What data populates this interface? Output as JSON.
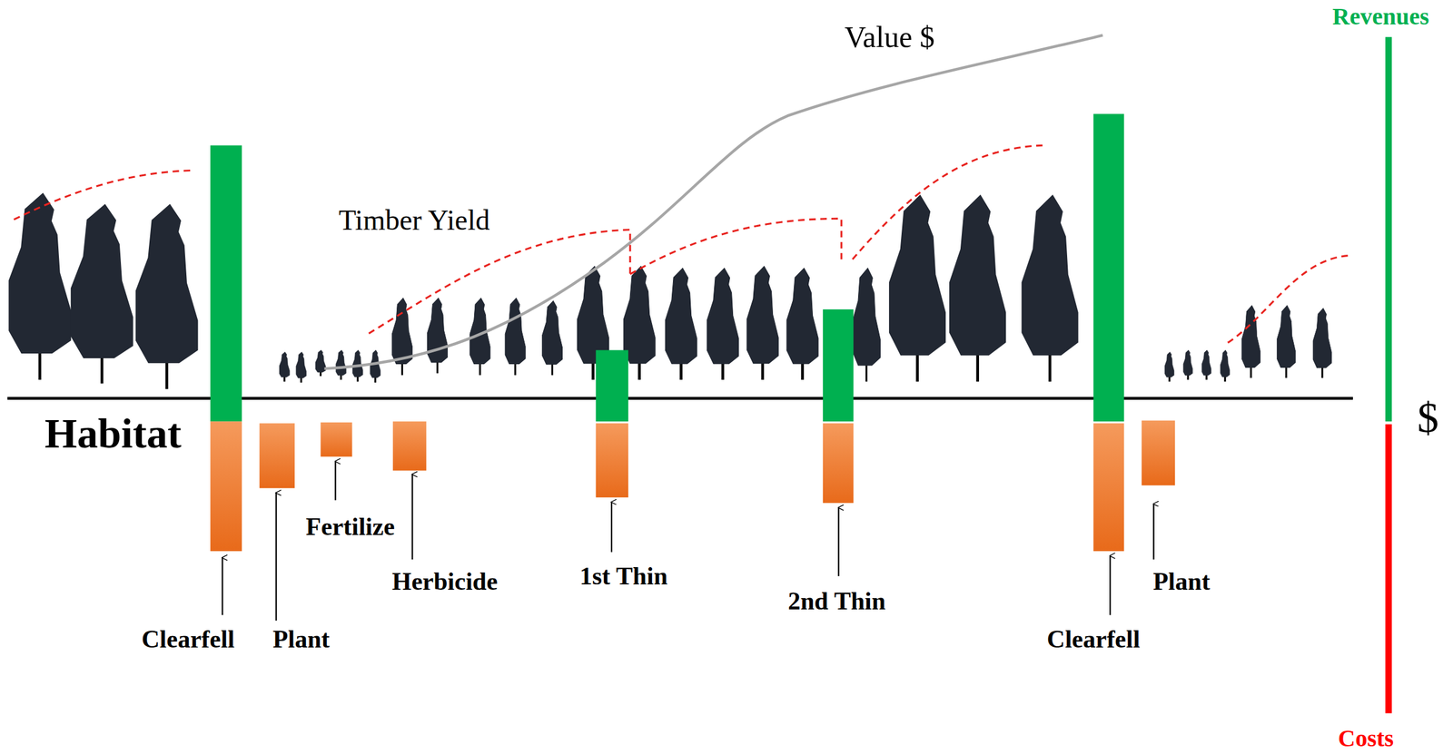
{
  "diagram": {
    "labels": [
      "Value $",
      "Timber Yield",
      "Habitat",
      "Clearfell",
      "Plant",
      "Fertilize",
      "Herbicide",
      "1st Thin",
      "2nd Thin",
      "Clearfell",
      "Plant",
      "Revenues",
      "$",
      "Costs"
    ]
  }
}
